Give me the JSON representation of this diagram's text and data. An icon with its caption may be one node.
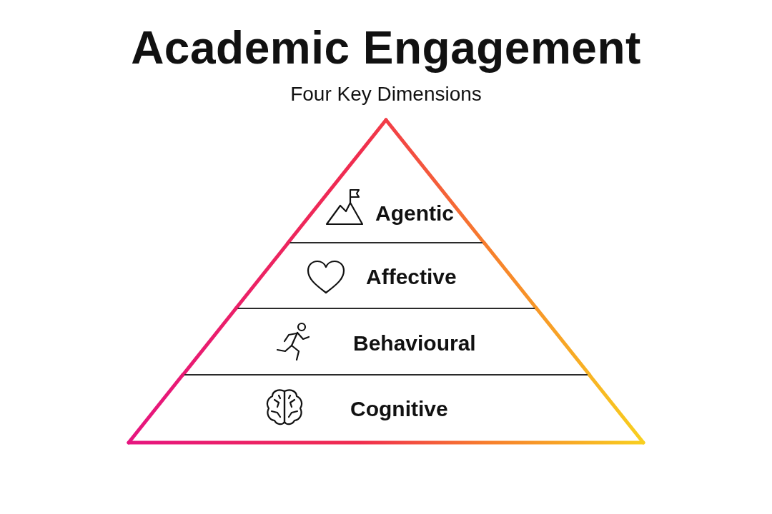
{
  "diagram": {
    "title": "Academic Engagement",
    "nodes": [
      {
        "text": [
          "Agentic"
        ]
      },
      {
        "text": [
          "Affective"
        ]
      },
      {
        "text": [
          "Behavioural"
        ]
      },
      {
        "text": [
          "Cognitive"
        ]
      }
    ],
    "labels": [
      "Four Key Dimensions"
    ]
  }
}
